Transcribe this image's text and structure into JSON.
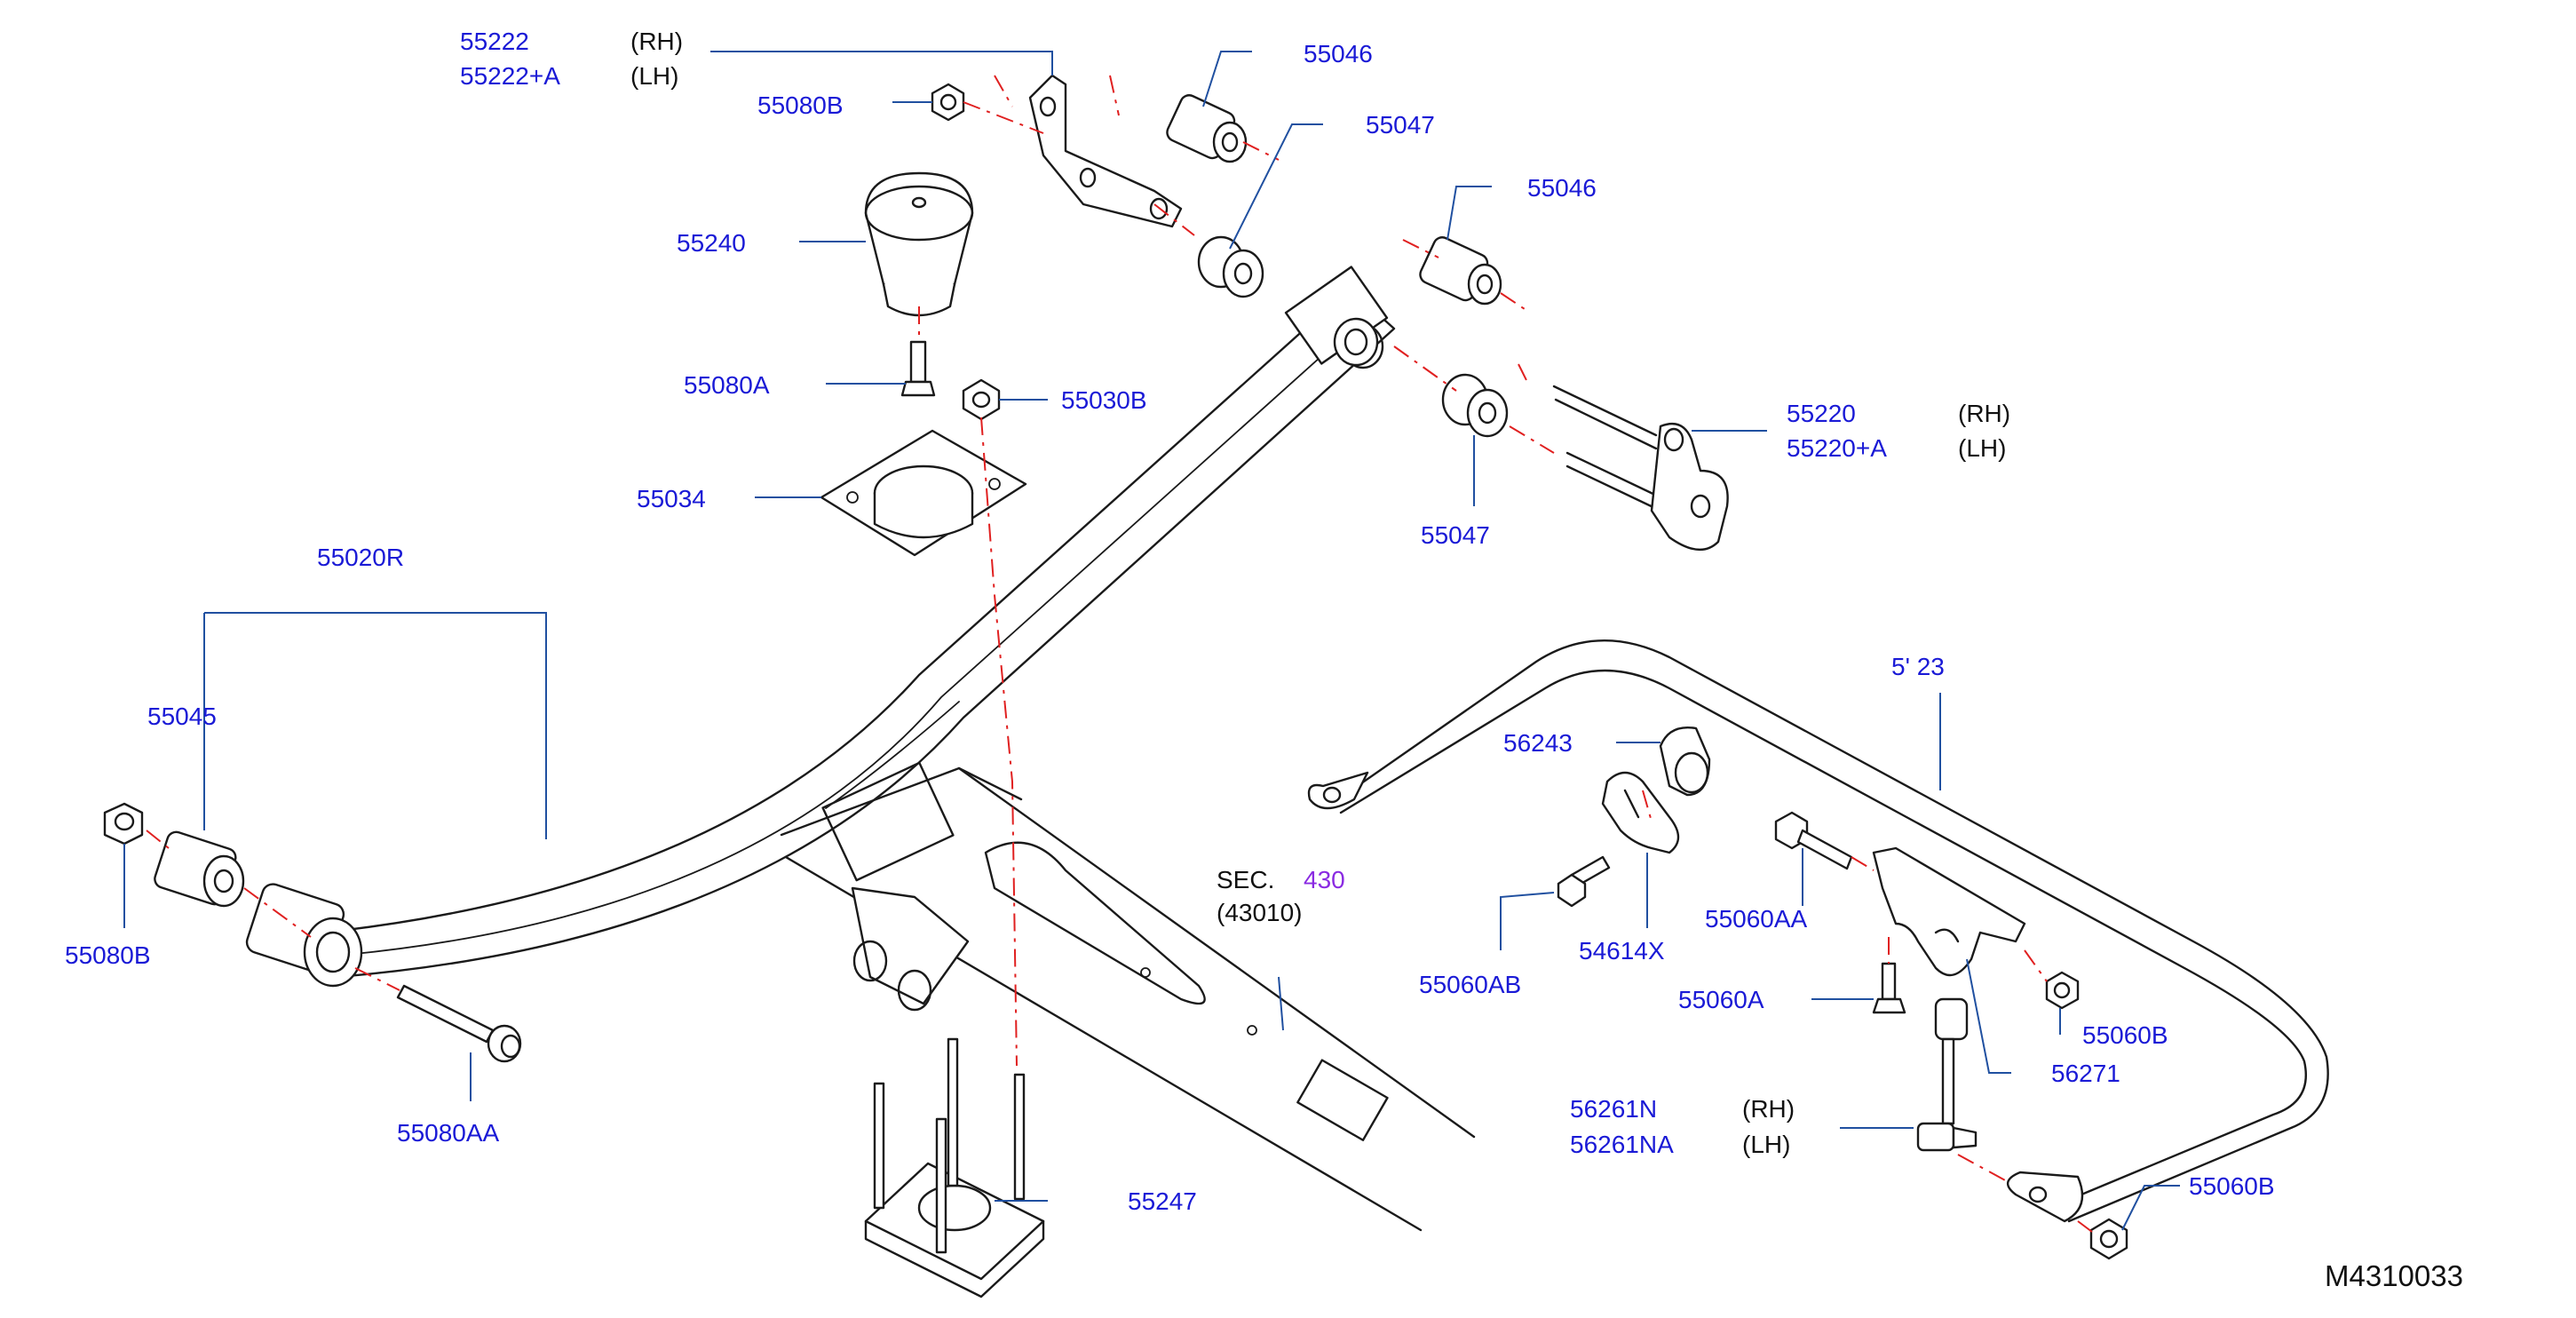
{
  "diagram": {
    "drawing_code": "M4310033",
    "colors": {
      "part_number": "#1a1ad6",
      "section_ref": "#8a2be2",
      "text": "#111111",
      "leader": "#2050a0",
      "center_line": "#e02020",
      "line": "#1a1a1a"
    },
    "parts": [
      {
        "id": "p55222",
        "number": "55222",
        "side": "(RH)"
      },
      {
        "id": "p55222a",
        "number": "55222+A",
        "side": "(LH)"
      },
      {
        "id": "p55080b_top",
        "number": "55080B"
      },
      {
        "id": "p55046_top",
        "number": "55046"
      },
      {
        "id": "p55047_top",
        "number": "55047"
      },
      {
        "id": "p55240",
        "number": "55240"
      },
      {
        "id": "p55046_mid",
        "number": "55046"
      },
      {
        "id": "p55080a",
        "number": "55080A"
      },
      {
        "id": "p55030b",
        "number": "55030B"
      },
      {
        "id": "p55220",
        "number": "55220",
        "side": "(RH)"
      },
      {
        "id": "p55220a",
        "number": "55220+A",
        "side": "(LH)"
      },
      {
        "id": "p55034",
        "number": "55034"
      },
      {
        "id": "p55047_mid",
        "number": "55047"
      },
      {
        "id": "p55020r",
        "number": "55020R"
      },
      {
        "id": "p56223",
        "number": "5' 23"
      },
      {
        "id": "p55045",
        "number": "55045"
      },
      {
        "id": "p56243",
        "number": "56243"
      },
      {
        "id": "p55080b_left",
        "number": "55080B"
      },
      {
        "id": "p55060aa",
        "number": "55060AA"
      },
      {
        "id": "p54614x",
        "number": "54614X"
      },
      {
        "id": "p55060ab",
        "number": "55060AB"
      },
      {
        "id": "p55060a",
        "number": "55060A"
      },
      {
        "id": "p55060b_mid",
        "number": "55060B"
      },
      {
        "id": "p56271",
        "number": "56271"
      },
      {
        "id": "p55080aa",
        "number": "55080AA"
      },
      {
        "id": "p56261n",
        "number": "56261N",
        "side": "(RH)"
      },
      {
        "id": "p56261na",
        "number": "56261NA",
        "side": "(LH)"
      },
      {
        "id": "p55247",
        "number": "55247"
      },
      {
        "id": "p55060b_low",
        "number": "55060B"
      }
    ],
    "section_ref": {
      "prefix": "SEC.",
      "number": "430",
      "sub": "(43010)"
    }
  }
}
